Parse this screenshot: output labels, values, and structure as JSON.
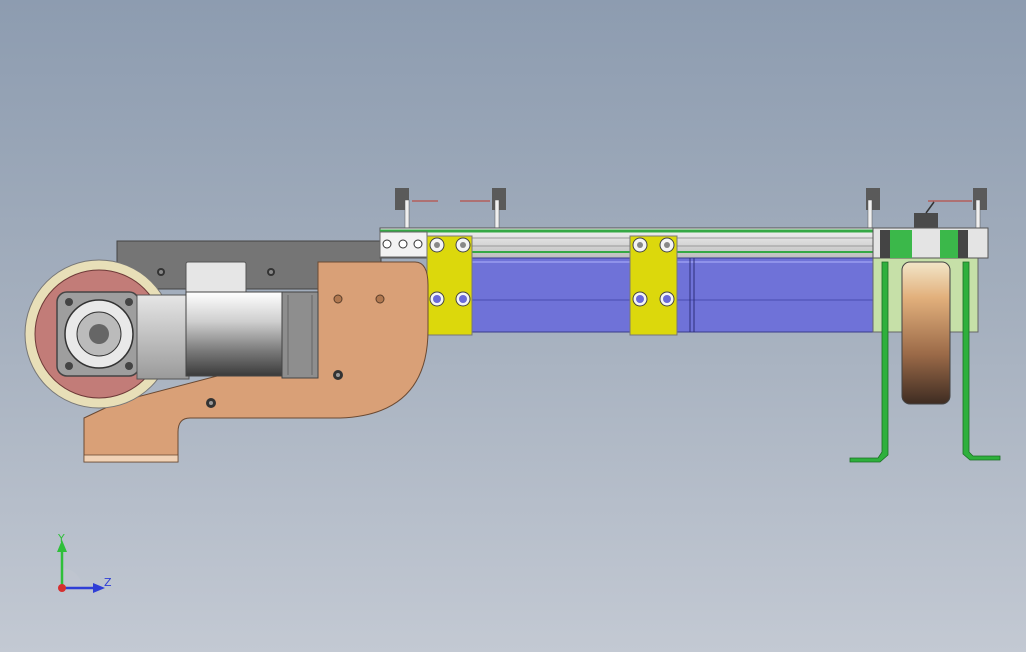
{
  "viewport": {
    "background_top": "#8d9cb0",
    "background_bottom": "#c3c9d3"
  },
  "model": {
    "colors": {
      "mount_plate": "#d9a077",
      "motor_bracket": "#757575",
      "pulley_rim": "#e8dfb8",
      "pulley_hub": "#c27c78",
      "gearbox": "#bdbdbd",
      "motor_body": "#cfcfcf",
      "belt_frame": "#6f72d8",
      "rail": "#d8d8d8",
      "rail_edge": "#35a845",
      "yellow_bracket": "#dcd80c",
      "end_roller": "#d8a072",
      "side_plate": "#c6e0a8",
      "support_leg": "#2eb03c",
      "sensor_mount": "#5a5a5a"
    },
    "components": [
      "drive-pulley",
      "gearbox",
      "drive-motor",
      "motor-mount-plate",
      "conveyor-frame",
      "yellow-bracket-left",
      "yellow-bracket-mid",
      "sensor-rail",
      "tail-roller",
      "support-leg-left",
      "support-leg-right"
    ]
  },
  "triad": {
    "y_label": "Y",
    "z_label": "Z",
    "y_color": "#2fbf3a",
    "z_color": "#2f3ed6",
    "x_color": "#d62f2f"
  }
}
